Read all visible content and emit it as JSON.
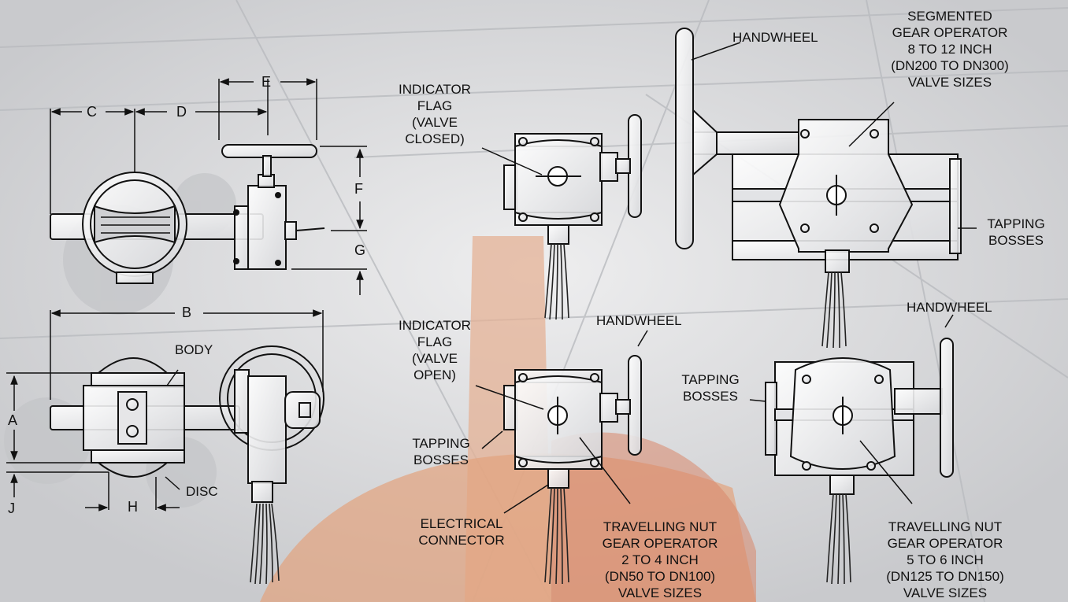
{
  "dimensions": {
    "a": "A",
    "b": "B",
    "c": "C",
    "d": "D",
    "e": "E",
    "f": "F",
    "g": "G",
    "h": "H",
    "j": "J"
  },
  "labels": {
    "body": "BODY",
    "disc": "DISC",
    "handwheel_top": "HANDWHEEL",
    "handwheel_mid": "HANDWHEEL",
    "handwheel_right": "HANDWHEEL",
    "indicator_closed": [
      "INDICATOR",
      "FLAG",
      "(VALVE",
      "CLOSED)"
    ],
    "indicator_open": [
      "INDICATOR",
      "FLAG",
      "(VALVE",
      "OPEN)"
    ],
    "tapping_bosses_left": [
      "TAPPING",
      "BOSSES"
    ],
    "tapping_bosses_mid": [
      "TAPPING",
      "BOSSES"
    ],
    "tapping_bosses_right": [
      "TAPPING",
      "BOSSES"
    ],
    "electrical_connector": [
      "ELECTRICAL",
      "CONNECTOR"
    ],
    "segmented": [
      "SEGMENTED",
      "GEAR OPERATOR",
      "8 TO 12 INCH",
      "(DN200 TO DN300)",
      "VALVE SIZES"
    ],
    "travelling_small": [
      "TRAVELLING NUT",
      "GEAR OPERATOR",
      "2 TO 4 INCH",
      "(DN50 TO DN100)",
      "VALVE SIZES"
    ],
    "travelling_large": [
      "TRAVELLING NUT",
      "GEAR OPERATOR",
      "5 TO 6 INCH",
      "(DN125 TO DN150)",
      "VALVE SIZES"
    ]
  }
}
